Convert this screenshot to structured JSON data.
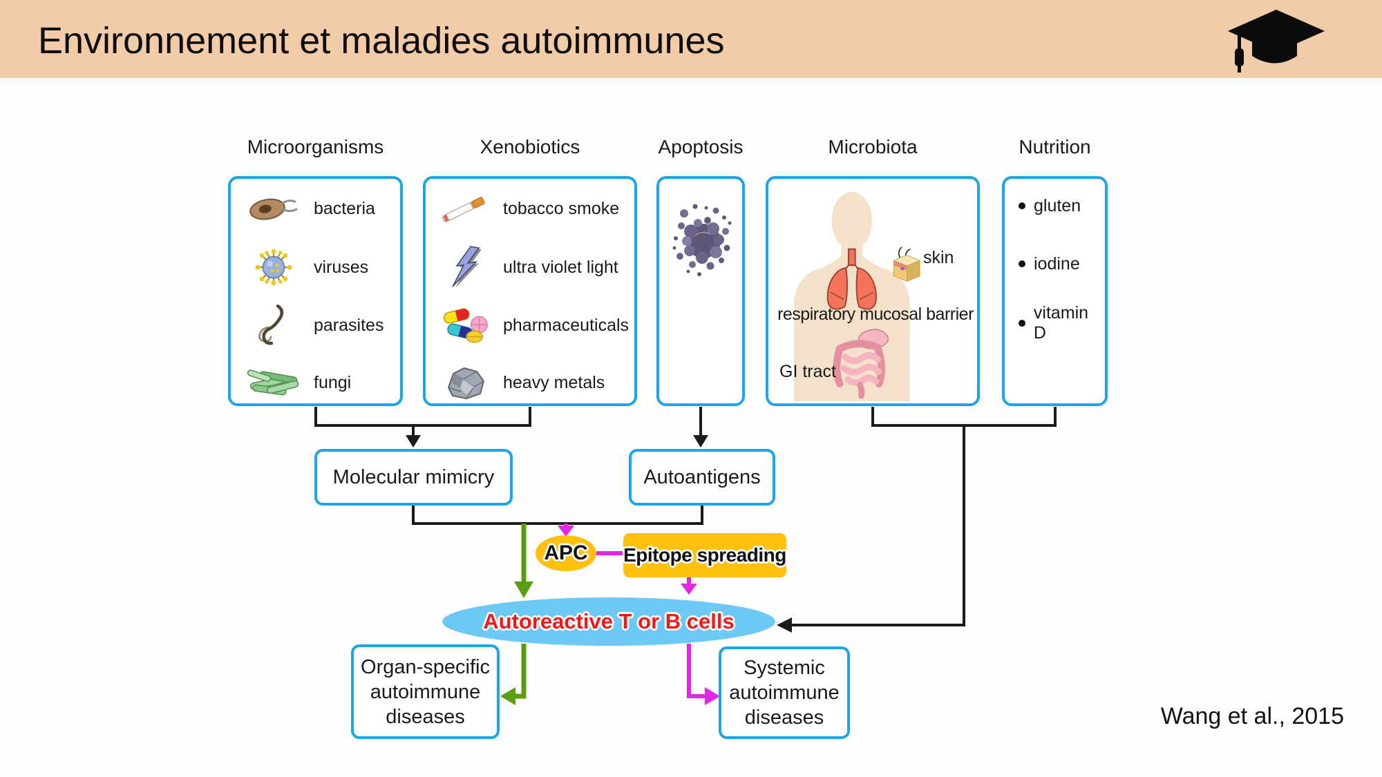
{
  "header": {
    "title": "Environnement et maladies autoimmunes",
    "icon": "graduation-cap-icon"
  },
  "citation": "Wang et al., 2015",
  "columns": [
    {
      "label": "Microorganisms",
      "items": [
        {
          "icon": "bacteria-icon",
          "label": "bacteria"
        },
        {
          "icon": "virus-icon",
          "label": "viruses"
        },
        {
          "icon": "parasite-icon",
          "label": "parasites"
        },
        {
          "icon": "fungi-icon",
          "label": "fungi"
        }
      ]
    },
    {
      "label": "Xenobiotics",
      "items": [
        {
          "icon": "cigarette-icon",
          "label": "tobacco smoke"
        },
        {
          "icon": "lightning-icon",
          "label": "ultra violet light"
        },
        {
          "icon": "pills-icon",
          "label": "pharmaceuticals"
        },
        {
          "icon": "rock-icon",
          "label": "heavy metals"
        }
      ]
    },
    {
      "label": "Apoptosis",
      "icon": "apoptotic-cell-icon"
    },
    {
      "label": "Microbiota",
      "icon": "human-body-icon",
      "annotations": [
        "skin",
        "respiratory mucosal barrier",
        "GI tract"
      ]
    },
    {
      "label": "Nutrition",
      "bullets": [
        "gluten",
        "iodine",
        "vitamin D"
      ]
    }
  ],
  "nodes": {
    "molecular_mimicry": "Molecular mimicry",
    "autoantigens": "Autoantigens",
    "apc": "APC",
    "epitope_spreading": "Epitope spreading",
    "autoreactive_cells": "Autoreactive T or B cells",
    "organ_specific": {
      "lines": [
        "Organ-specific",
        "autoimmune",
        "diseases"
      ]
    },
    "systemic": {
      "lines": [
        "Systemic",
        "autoimmune",
        "diseases"
      ]
    }
  },
  "colors": {
    "header_bg": "#F2CCA9",
    "box_border": "#1DA5EC",
    "arrow_black": "#1A1A1A",
    "arrow_green": "#5A9E10",
    "arrow_magenta": "#E227E2",
    "node_yellow": "#FFC10E",
    "ellipse_blue": "#6DC8F3",
    "cells_text_red": "#F21818"
  }
}
